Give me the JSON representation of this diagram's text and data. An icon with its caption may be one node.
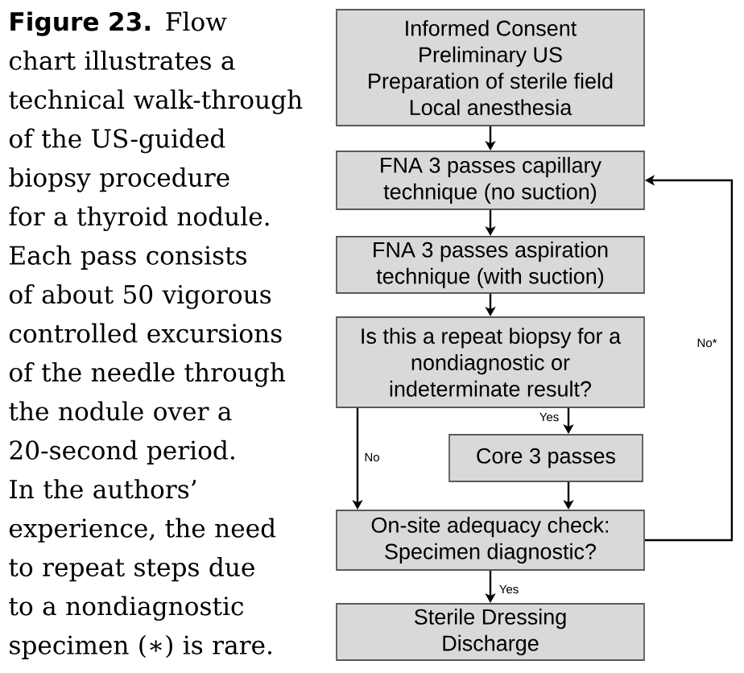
{
  "diagram": {
    "caption": "**Figure 23.** Flow chart illustrates a technical walk-through of the US-guided biopsy procedure for a thyroid nodule. Each pass consists of about 50 vigorous controlled excursions of the needle through the nodule over a 20-second period. In the authors’ experience, the need to repeat steps due to a nondiagnostic specimen (∗) is rare.",
    "nodes": [
      {
        "text": [
          "Informed Consent",
          "Preliminary US",
          "Preparation of sterile field",
          "Local anesthesia"
        ]
      },
      {
        "text": [
          "FNA 3 passes capillary technique (no suction)"
        ]
      },
      {
        "text": [
          "FNA 3 passes aspiration technique (with suction)"
        ]
      },
      {
        "text": [
          "Is this a repeat biopsy for a nondiagnostic or indeterminate result?"
        ]
      },
      {
        "text": [
          "Core 3 passes"
        ]
      },
      {
        "text": [
          "On-site adequacy check: Specimen diagnostic?"
        ]
      },
      {
        "text": [
          "Sterile Dressing",
          "Discharge"
        ]
      }
    ],
    "edges": [
      {
        "from": 0,
        "to": 1,
        "arrow": "to"
      },
      {
        "from": 1,
        "to": 2,
        "arrow": "to"
      },
      {
        "from": 2,
        "to": 3,
        "arrow": "to"
      },
      {
        "from": 3,
        "to": 4,
        "arrow": "to",
        "label": "Yes"
      },
      {
        "from": 3,
        "to": 5,
        "arrow": "to",
        "label": "No"
      },
      {
        "from": 4,
        "to": 5,
        "arrow": "to"
      },
      {
        "from": 5,
        "to": 6,
        "arrow": "to",
        "label": "Yes"
      },
      {
        "from": 5,
        "to": 1,
        "arrow": "to",
        "label": "No*"
      }
    ]
  }
}
